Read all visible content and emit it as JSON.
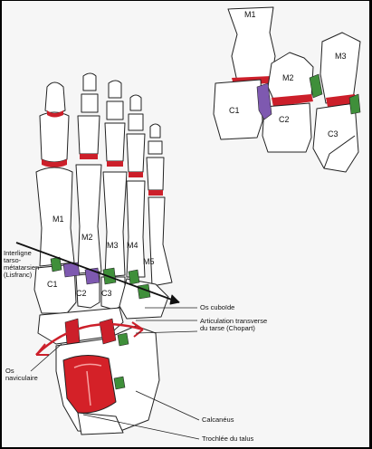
{
  "inset": {
    "bones": {
      "m1": "M1",
      "m2": "M2",
      "m3": "M3",
      "c1": "C1",
      "c2": "C2",
      "c3": "C3"
    }
  },
  "main": {
    "bones": {
      "m1": "M1",
      "m2": "M2",
      "m3": "M3",
      "m4": "M4",
      "m5": "M5",
      "c1": "C1",
      "c2": "C2",
      "c3": "C3"
    }
  },
  "annotations": {
    "lisfranc": "Interligne\ntarso-\nmétatarsien\n(Lisfranc)",
    "cuboid": "Os cuboïde",
    "chopart": "Articulation transverse\ndu tarse (Chopart)",
    "navicular": "Os\nnaviculaire",
    "calcaneus": "Calcanéus",
    "trochlea": "Trochlée du talus"
  },
  "colors": {
    "joint_red": "#cc1f2a",
    "ligament_purple": "#7e59b0",
    "ligament_green": "#3f8f3a",
    "talus_red": "#d42128",
    "bone_outline": "#222222",
    "bone_fill": "#ffffff"
  }
}
